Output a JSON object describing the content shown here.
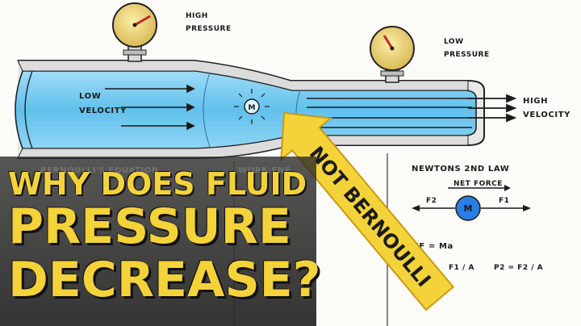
{
  "diagram": {
    "gauges": [
      {
        "label_line1": "HIGH",
        "label_line2": "PRESSURE"
      },
      {
        "label_line1": "LOW",
        "label_line2": "PRESSURE"
      }
    ],
    "left_label": {
      "line1": "LOW",
      "line2": "VELOCITY"
    },
    "right_label": {
      "line1": "HIGH",
      "line2": "VELOCITY"
    },
    "mass_symbol": "M",
    "arrow_text": "NOT BERNOULLI",
    "newton": {
      "title": "NEWTONS 2ND LAW",
      "net_force": "NET FORCE",
      "f2": "F2",
      "f1": "F1",
      "mass": "M",
      "eq1": "ΣF = Ma",
      "eq2": "F1 / A",
      "eq3": "P2 = F2 / A"
    },
    "faded_notes": {
      "bernoulli": "BERNOULLI'S EQUATION",
      "work_energy": "WORK ENE"
    }
  },
  "headline": {
    "line1": "WHY DOES FLUID",
    "line2": "PRESSURE",
    "line3": "DECREASE?"
  },
  "colors": {
    "water": "#6cc6ee",
    "water_light": "#bfe8fa",
    "accent_yellow": "#f4d33a",
    "mass_blue": "#2a7de1",
    "gauge_face": "#f1d77a"
  }
}
